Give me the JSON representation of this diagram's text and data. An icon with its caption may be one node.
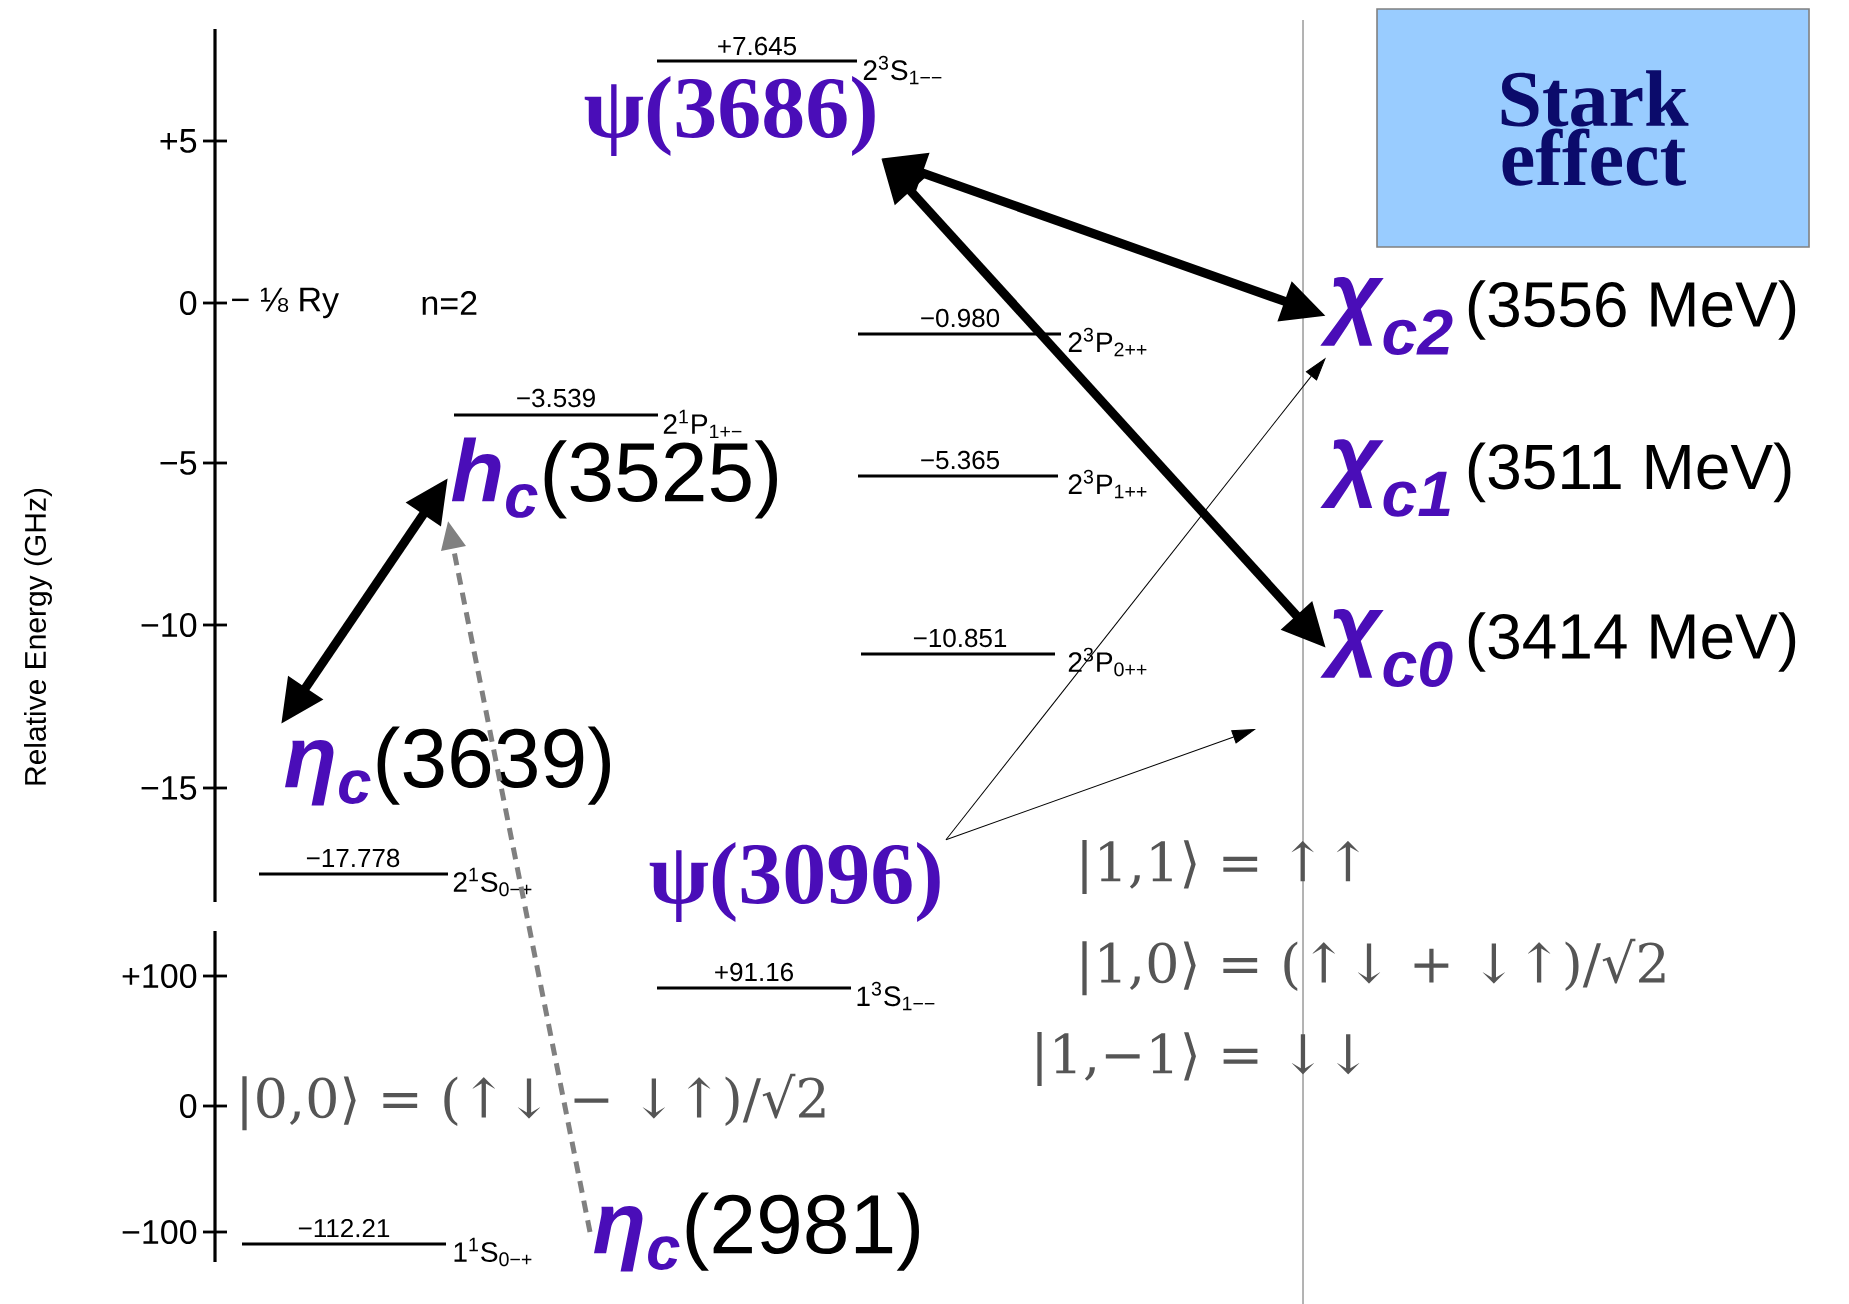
{
  "diagram": {
    "nodes": [
      {
        "text": [
          "ψ(3686)"
        ]
      },
      {
        "text": [
          "h$_{c}$",
          "(3525)"
        ]
      },
      {
        "text": [
          "η$_{c}$",
          "(3639)"
        ]
      },
      {
        "text": [
          "ψ(3096)"
        ]
      },
      {
        "text": [
          "η$_{c}$",
          "(2981)"
        ]
      },
      {
        "text": [
          "χ$_{c2}$",
          "(3556 MeV)"
        ]
      },
      {
        "text": [
          "χ$_{c1}$",
          "(3511 MeV)"
        ]
      },
      {
        "text": [
          "χ$_{c0}$",
          "(3414 MeV)"
        ]
      },
      {
        "text": [
          "Stark effect"
        ]
      }
    ],
    "edges": [
      {
        "from": 0,
        "to": 5,
        "arrow": "both",
        "style": "thick"
      },
      {
        "from": 0,
        "to": 7,
        "arrow": "both",
        "style": "thick"
      },
      {
        "from": 2,
        "to": 1,
        "arrow": "both",
        "style": "thick"
      },
      {
        "from": 4,
        "to": 1,
        "arrow": "to",
        "style": "dashed",
        "color": "#808080"
      },
      {
        "from": 3,
        "to": 5,
        "arrow": "to"
      },
      {
        "from": 3,
        "to": null,
        "arrow": "to"
      }
    ],
    "labels": [
      "+7.645",
      "2$^{3}$S$_{1−−}$",
      "+5",
      "0",
      "− ⅛ Ry",
      "n=2",
      "−0.980",
      "2$^{3}$P$_{2++}$",
      "−3.539",
      "2$^{1}$P$_{1+−}$",
      "−5",
      "−5.365",
      "2$^{3}$P$_{1++}$",
      "Relative Energy (GHz)",
      "−10",
      "−10.851",
      "2$^{3}$P$_{0++}$",
      "−15",
      "−17.778",
      "2$^{1}$S$_{0−+}$",
      "|1,1⟩ = ↑↑",
      "+100",
      "+91.16",
      "1$^{3}$S$_{1−−}$",
      "|1,0⟩ = (↑↓ + ↓↑)/√2",
      "|1,−1⟩ = ↓↓",
      "0",
      "|0,0⟩ = (↑↓ − ↓↑)/√2",
      "−100",
      "−112.21",
      "1$^{1}$S$_{0−+}$"
    ]
  }
}
